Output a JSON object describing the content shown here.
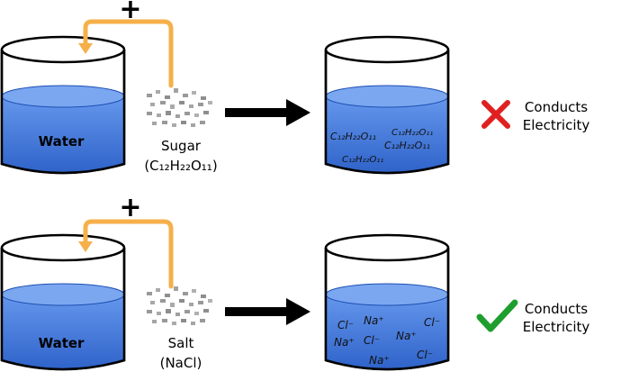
{
  "colors": {
    "water_light": "#5b8fe6",
    "water_dark": "#2f66cc",
    "pipe": "#f5b04a",
    "cross": "#e02020",
    "check": "#1e9e2e",
    "grain": "#9a9a9a"
  },
  "plus_symbol": "+",
  "rows": [
    {
      "beaker_label": "Water",
      "solute_name": "Sugar",
      "solute_formula": "(C₁₂H₂₂O₁₁)",
      "result_icon": "cross-icon",
      "result_line1": "Conducts",
      "result_line2": "Electricity",
      "solution_particles": [
        "C₁₂H₂₂O₁₁",
        "C₁₂H₂₂O₁₁",
        "C₁₂H₂₂O₁₁",
        "C₁₂H₂₂O₁₁"
      ]
    },
    {
      "beaker_label": "Water",
      "solute_name": "Salt",
      "solute_formula": "(NaCl)",
      "result_icon": "check-icon",
      "result_line1": "Conducts",
      "result_line2": "Electricity",
      "solution_particles": [
        "Cl⁻",
        "Na⁺",
        "Cl⁻",
        "Na⁺",
        "Cl⁻",
        "Na⁺",
        "Na⁺",
        "Cl⁻"
      ]
    }
  ]
}
